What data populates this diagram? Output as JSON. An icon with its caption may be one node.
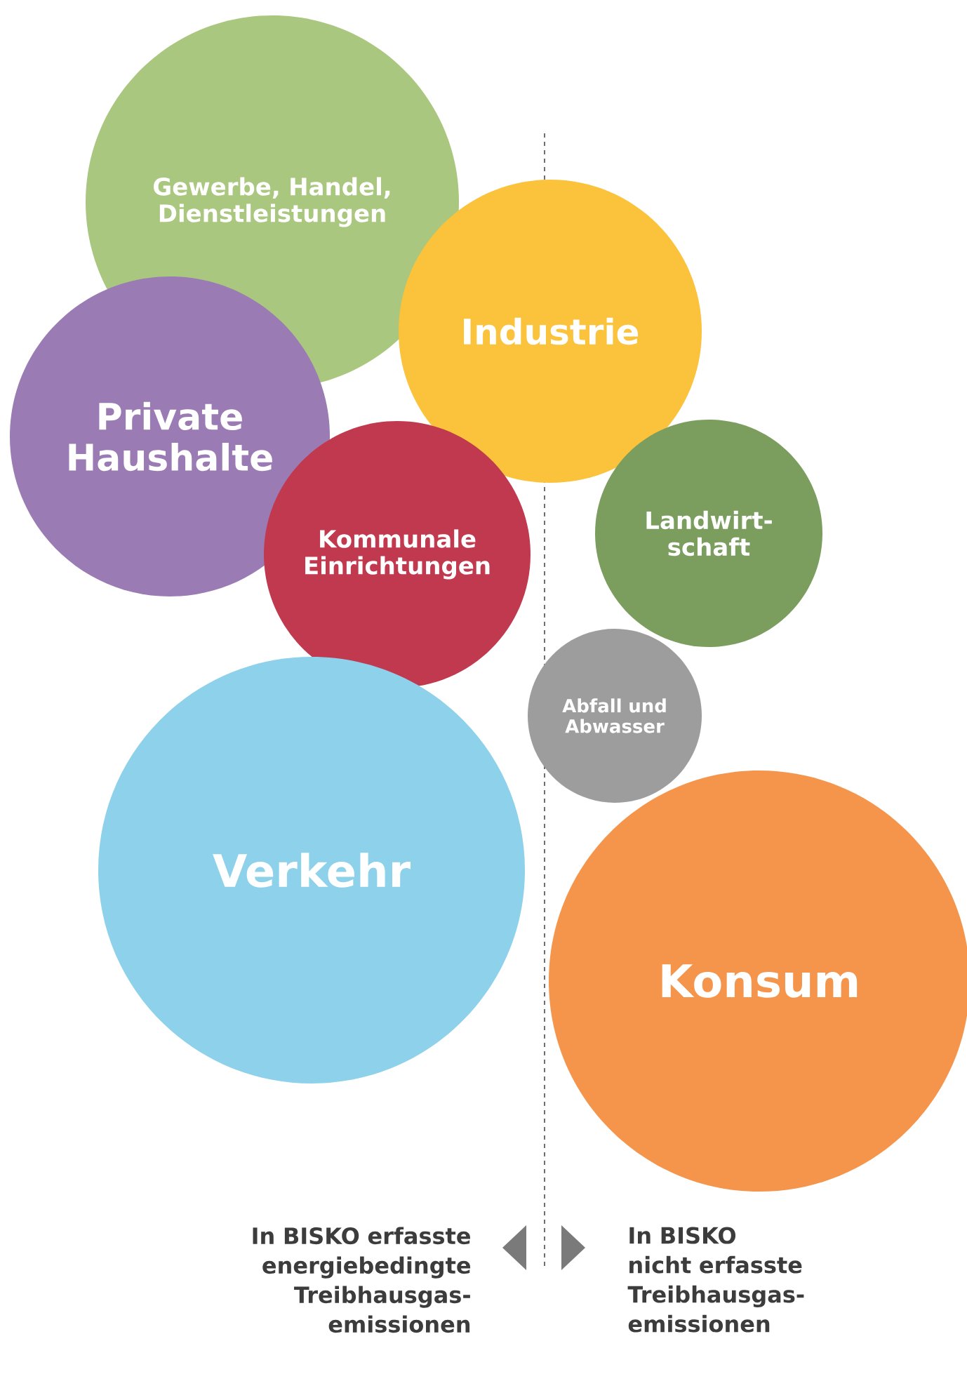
{
  "diagram": {
    "nodes": [
      {
        "text": [
          "Gewerbe, Handel, Dienstleistungen"
        ]
      },
      {
        "text": [
          "Industrie"
        ]
      },
      {
        "text": [
          "Private Haushalte"
        ]
      },
      {
        "text": [
          "Kommunale Einrichtungen"
        ]
      },
      {
        "text": [
          "Landwirt- schaft"
        ]
      },
      {
        "text": [
          "Abfall und Abwasser"
        ]
      },
      {
        "text": [
          "Verkehr"
        ]
      },
      {
        "text": [
          "Konsum"
        ]
      }
    ],
    "edges": [],
    "labels": [
      "In BISKO erfasste energiebedingte Treibhausgas- emissionen",
      "In BISKO nicht erfasste Treibhausgas- emissionen"
    ]
  }
}
